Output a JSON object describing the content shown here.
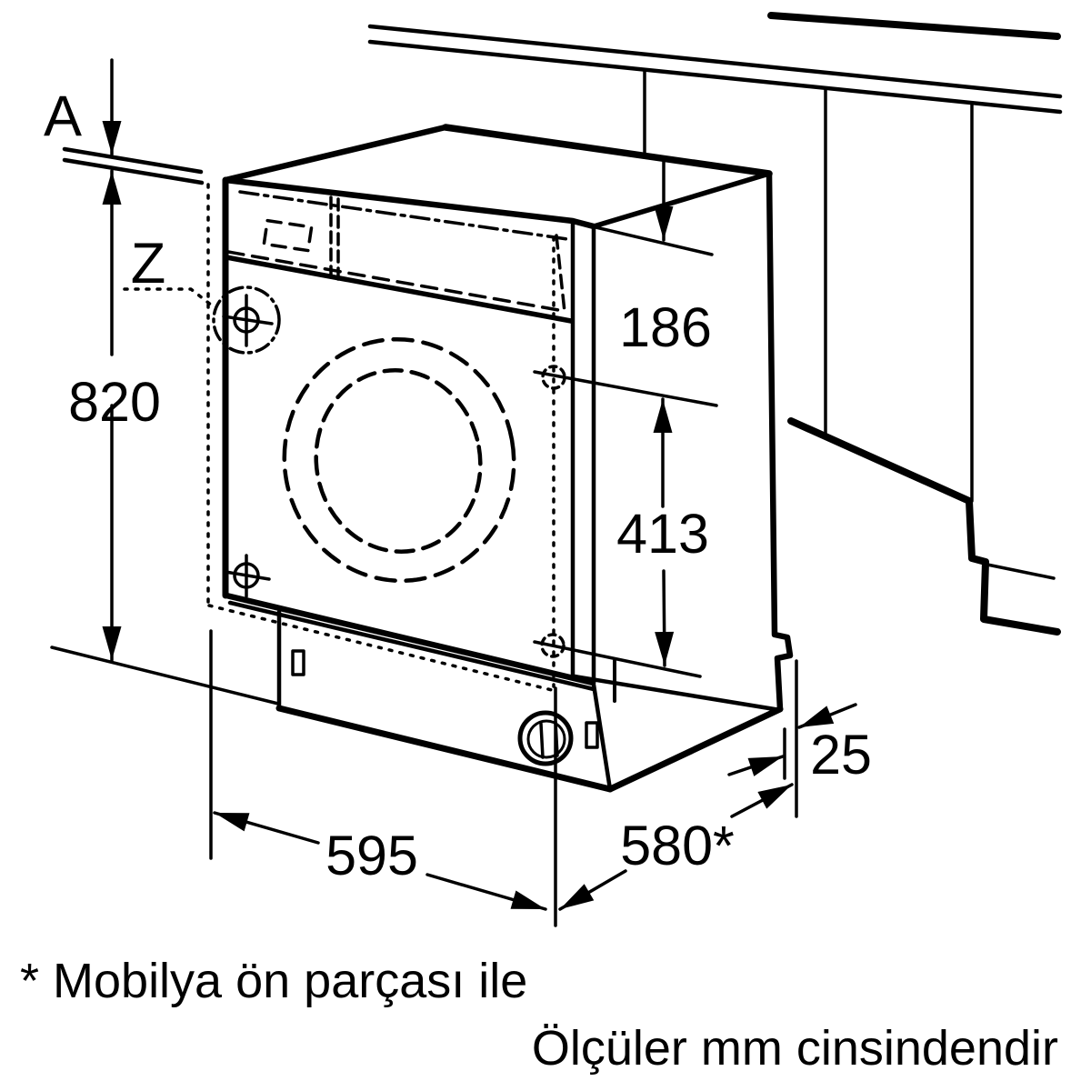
{
  "diagram": {
    "kind": "built-in washing machine installation drawing",
    "colors": {
      "line": "#000000",
      "background": "#ffffff"
    },
    "labels": {
      "section": "A",
      "detail": "Z"
    },
    "dims": {
      "height": "820",
      "top_hinge_offset": "186",
      "hinge_spacing": "413",
      "rear_gap": "25",
      "width": "595",
      "depth_with_front": "580*"
    },
    "notes": {
      "footnote": "* Mobilya ön parçası ile",
      "units": "Ölçüler mm cinsindendir"
    }
  }
}
